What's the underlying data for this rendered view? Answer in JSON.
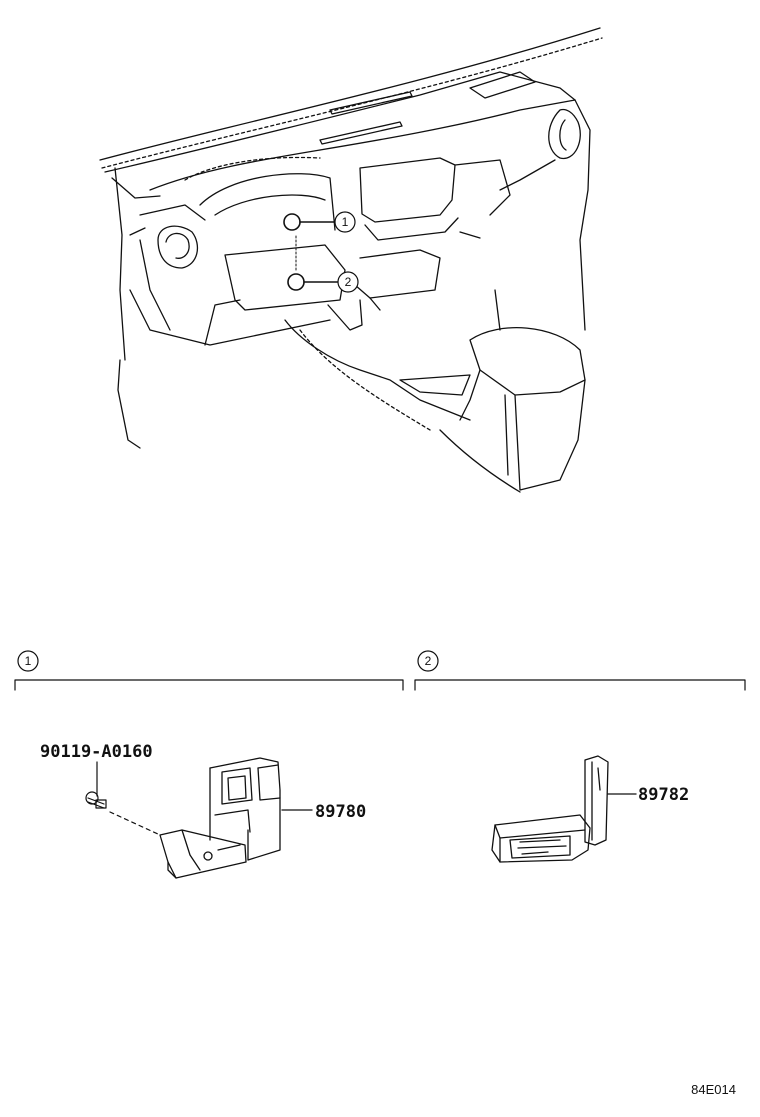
{
  "overview": {
    "callouts": [
      {
        "id": "1",
        "label": "1"
      },
      {
        "id": "2",
        "label": "2"
      }
    ]
  },
  "panels": [
    {
      "id": "1",
      "label": "1",
      "parts": [
        {
          "number": "90119-A0160"
        },
        {
          "number": "89780"
        }
      ]
    },
    {
      "id": "2",
      "label": "2",
      "parts": [
        {
          "number": "89782"
        }
      ]
    }
  ],
  "drawing_code": "84E014"
}
